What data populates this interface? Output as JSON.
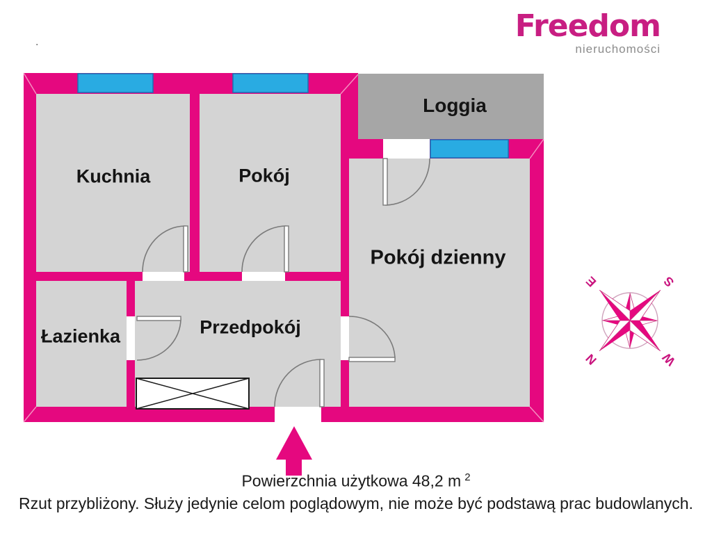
{
  "logo": {
    "title": "Freedom",
    "subtitle": "nieruchomości"
  },
  "stray_dot": ".",
  "rooms": [
    {
      "id": "kuchnia",
      "label": "Kuchnia"
    },
    {
      "id": "pokoj",
      "label": "Pokój"
    },
    {
      "id": "loggia",
      "label": "Loggia"
    },
    {
      "id": "pokoj_dzienny",
      "label": "Pokój dzienny"
    },
    {
      "id": "lazienka",
      "label": "Łazienka"
    },
    {
      "id": "przedpokoj",
      "label": "Przedpokój"
    }
  ],
  "compass": {
    "n": "N",
    "e": "E",
    "s": "S",
    "w": "W"
  },
  "footer": {
    "area_label": "Powierzchnia użytkowa 48,2 m",
    "area_superscript": "2",
    "disclaimer": "Rzut przybliżony. Służy jedynie celom poglądowym, nie może być podstawą prac budowlanych."
  },
  "colors": {
    "wall": "#e5087f",
    "room_floor": "#d4d4d4",
    "loggia_floor": "#a6a6a6",
    "window": "#29abe2",
    "window_border": "#1a6fb5",
    "logo_pink": "#c81e82",
    "logo_gray": "#8c8c8c",
    "text": "#1a1a1a"
  }
}
